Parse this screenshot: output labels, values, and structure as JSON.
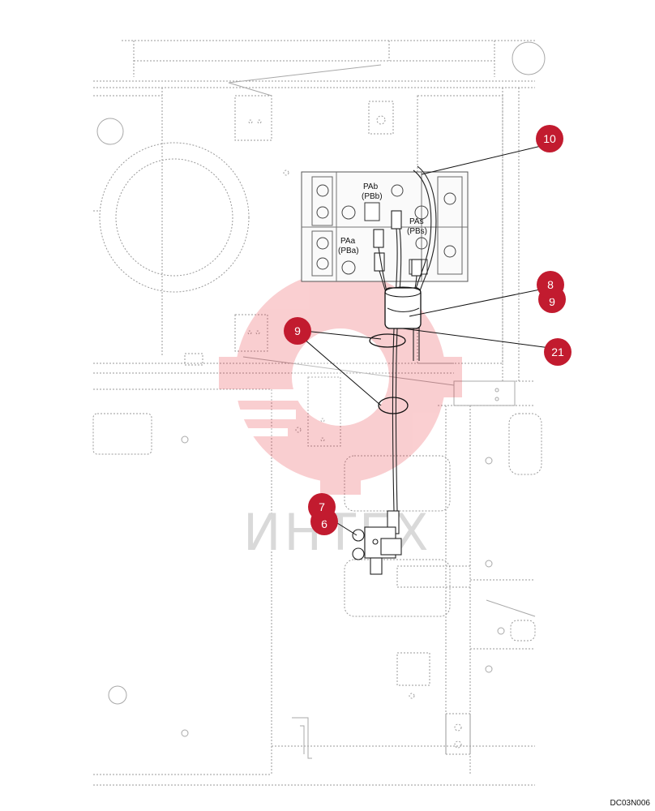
{
  "valve_labels": {
    "pab": "PAb",
    "pbb": "(PBb)",
    "pas": "PAs",
    "pbs": "(PBs)",
    "paa": "PAa",
    "pba": "(PBa)"
  },
  "callouts": {
    "c10": "10",
    "c8": "8",
    "c9_right": "9",
    "c9_left": "9",
    "c21": "21",
    "c7": "7",
    "c6": "6"
  },
  "watermark": "ИНТЕХ",
  "drawing_code": "DC03N006",
  "colors": {
    "callout": "#c21b2f",
    "watermark": "#e8232f"
  }
}
